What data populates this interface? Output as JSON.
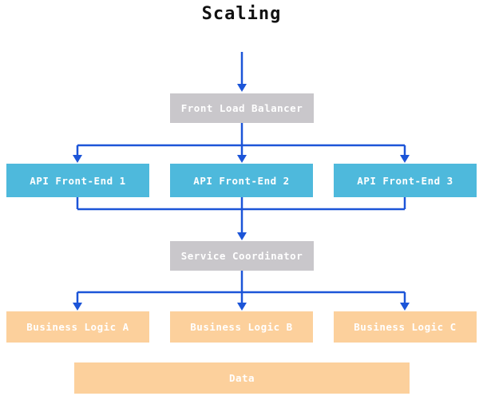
{
  "diagram": {
    "title": "Scaling",
    "nodes": [
      {
        "id": "front-load-balancer",
        "label": "Front Load Balancer",
        "kind": "coordinator",
        "color": "#c9c7cb"
      },
      {
        "id": "api-front-end-1",
        "label": "API Front-End 1",
        "kind": "api",
        "color": "#4eb9dc"
      },
      {
        "id": "api-front-end-2",
        "label": "API Front-End 2",
        "kind": "api",
        "color": "#4eb9dc"
      },
      {
        "id": "api-front-end-3",
        "label": "API Front-End 3",
        "kind": "api",
        "color": "#4eb9dc"
      },
      {
        "id": "service-coordinator",
        "label": "Service Coordinator",
        "kind": "coordinator",
        "color": "#c9c7cb"
      },
      {
        "id": "business-logic-a",
        "label": "Business Logic A",
        "kind": "logic",
        "color": "#fcd09c"
      },
      {
        "id": "business-logic-b",
        "label": "Business Logic B",
        "kind": "logic",
        "color": "#fcd09c"
      },
      {
        "id": "business-logic-c",
        "label": "Business Logic C",
        "kind": "logic",
        "color": "#fcd09c"
      },
      {
        "id": "data",
        "label": "Data",
        "kind": "data",
        "color": "#fcd09c"
      }
    ],
    "edges": [
      {
        "from": "title",
        "to": "front-load-balancer"
      },
      {
        "from": "front-load-balancer",
        "to": "api-front-end-1"
      },
      {
        "from": "front-load-balancer",
        "to": "api-front-end-2"
      },
      {
        "from": "front-load-balancer",
        "to": "api-front-end-3"
      },
      {
        "from": "api-front-end-1",
        "to": "service-coordinator"
      },
      {
        "from": "api-front-end-2",
        "to": "service-coordinator"
      },
      {
        "from": "api-front-end-3",
        "to": "service-coordinator"
      },
      {
        "from": "service-coordinator",
        "to": "business-logic-a"
      },
      {
        "from": "service-coordinator",
        "to": "business-logic-b"
      },
      {
        "from": "service-coordinator",
        "to": "business-logic-c"
      }
    ],
    "colors": {
      "arrow": "#1c55d8",
      "coordinator_fill": "#c9c7cb",
      "api_fill": "#4eb9dc",
      "logic_fill": "#fcd09c",
      "node_text": "#ffffff",
      "title_text": "#111111",
      "background": "#ffffff"
    }
  }
}
